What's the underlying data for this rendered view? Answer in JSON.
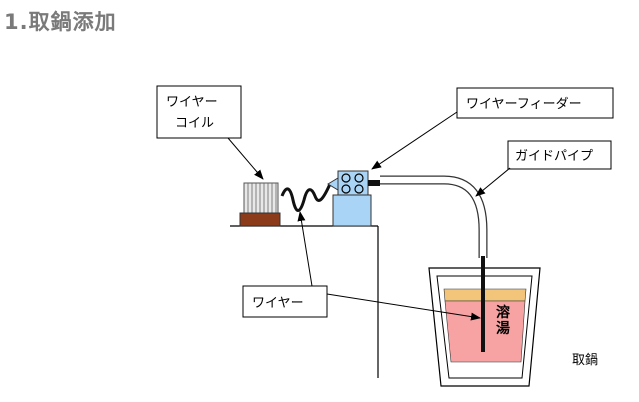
{
  "title": "1.取鍋添加",
  "labels": {
    "wire_coil_line1": "ワイヤー",
    "wire_coil_line2": "コイル",
    "wire_feeder": "ワイヤーフィーダー",
    "guide_pipe": "ガイドパイプ",
    "wire": "ワイヤー",
    "molten_line1": "溶",
    "molten_line2": "湯",
    "ladle": "取鍋"
  },
  "colors": {
    "coil_body": "#e8e8e8",
    "coil_base": "#8b3a1a",
    "feeder_body": "#a9d4f5",
    "ladle_slag": "#f2c57a",
    "ladle_melt": "#f7a3a3"
  }
}
